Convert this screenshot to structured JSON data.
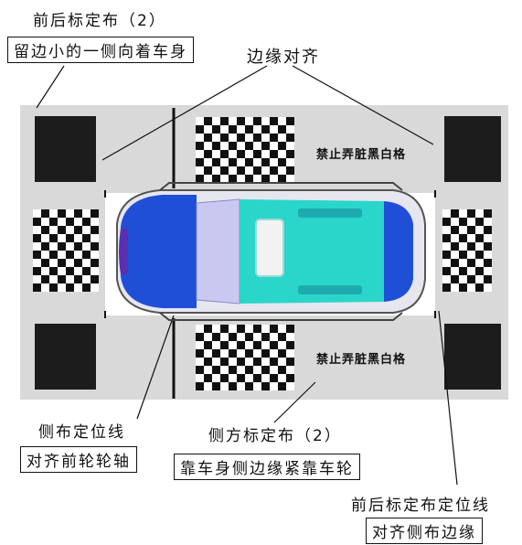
{
  "labels": {
    "front_rear_title": "前后标定布（2）",
    "front_rear_note": "留边小的一侧向着车身",
    "edge_align": "边缘对齐",
    "no_dirty_top": "禁止弄脏黑白格",
    "no_dirty_bottom": "禁止弄脏黑白格",
    "side_line_title": "侧布定位线",
    "side_line_note": "对齐前轮轮轴",
    "side_cloth_title": "侧方标定布（2）",
    "side_cloth_note": "靠车身侧边缘紧靠车轮",
    "front_rear_line_title": "前后标定布定位线",
    "front_rear_line_note": "对齐侧布边缘"
  },
  "colors": {
    "panel_gray": "#d9d9d9",
    "car_front_blue": "#1f4fd6",
    "car_mid_lavender": "#c9c8f0",
    "car_rear_cyan": "#2ad6c9",
    "car_roof_teal": "#1faab0"
  }
}
